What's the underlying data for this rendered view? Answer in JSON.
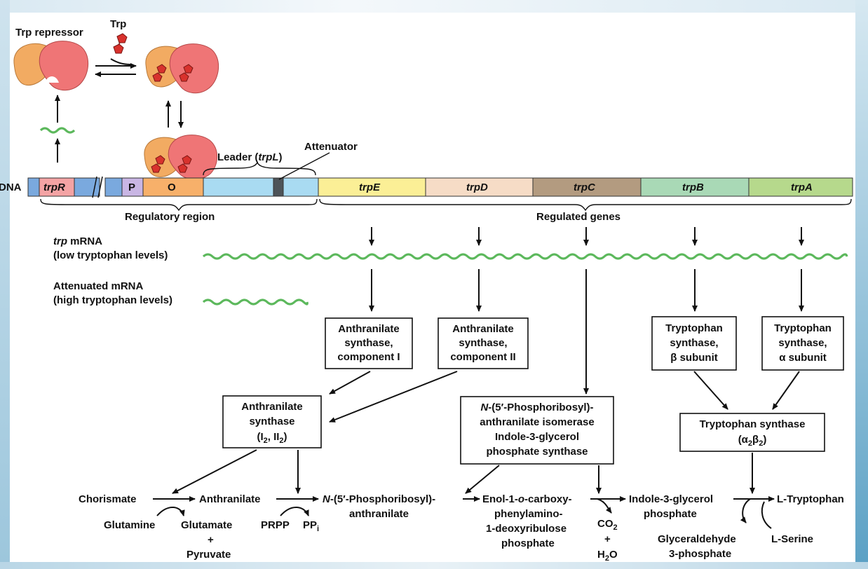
{
  "top": {
    "repressor_label": "Trp repressor",
    "trp_label": "Trp"
  },
  "dna": {
    "label": "DNA",
    "trpR": "trpR",
    "P": "P",
    "O": "O",
    "leader_label_prefix": "Leader (",
    "leader_label_italic": "trpL",
    "leader_label_suffix": ")",
    "attenuator_label": "Attenuator",
    "genes": [
      {
        "name": "trpE",
        "color": "#fbef96"
      },
      {
        "name": "trpD",
        "color": "#f6dcc6"
      },
      {
        "name": "trpC",
        "color": "#b39b80"
      },
      {
        "name": "trpB",
        "color": "#a9d9b6"
      },
      {
        "name": "trpA",
        "color": "#b6d98c"
      }
    ],
    "regulatory_region_label": "Regulatory region",
    "regulated_genes_label": "Regulated genes"
  },
  "mrna": {
    "trp_mrna_italic": "trp",
    "trp_mrna_rest": " mRNA",
    "trp_mrna_sub": "(low tryptophan levels)",
    "attenuated_line1": "Attenuated mRNA",
    "attenuated_line2": "(high tryptophan levels)"
  },
  "enzymes": {
    "as_comp1": [
      "Anthranilate",
      "synthase,",
      "component I"
    ],
    "as_comp2": [
      "Anthranilate",
      "synthase,",
      "component II"
    ],
    "ts_beta": [
      "Tryptophan",
      "synthase,",
      "β subunit"
    ],
    "ts_alpha": [
      "Tryptophan",
      "synthase,",
      "α subunit"
    ],
    "as_complex": [
      "Anthranilate",
      "synthase",
      "(I",
      "2",
      ", II",
      "2",
      ")"
    ],
    "isomerase": [
      "N",
      "-(5′-Phosphoribosyl)-",
      "anthranilate isomerase",
      "Indole-3-glycerol",
      "phosphate synthase"
    ],
    "ts_complex": [
      "Tryptophan synthase",
      "(α",
      "2",
      "β",
      "2",
      ")"
    ]
  },
  "pathway": {
    "chorismate": "Chorismate",
    "anthranilate": "Anthranilate",
    "prpa_italic": "N",
    "prpa_line1_rest": "-(5′-Phosphoribosyl)-",
    "prpa_line2": "anthranilate",
    "enol_line1a": "Enol-1-",
    "enol_line1b": "o",
    "enol_line1c": "-carboxy-",
    "enol_line2": "phenylamino-",
    "enol_line3": "1-deoxyribulose",
    "enol_line4": "phosphate",
    "igp_line1": "Indole-3-glycerol",
    "igp_line2": "phosphate",
    "trp": "L-Tryptophan",
    "glutamine": "Glutamine",
    "glutamate": "Glutamate",
    "plus1": "+",
    "pyruvate": "Pyruvate",
    "prpp": "PRPP",
    "ppi": "PP",
    "ppi_sub": "i",
    "co2": "CO",
    "co2_sub": "2",
    "plus2": "+",
    "h2o_a": "H",
    "h2o_sub": "2",
    "h2o_b": "O",
    "g3p_line1": "Glyceraldehyde",
    "g3p_line2": "3-phosphate",
    "serine": "L-Serine"
  }
}
